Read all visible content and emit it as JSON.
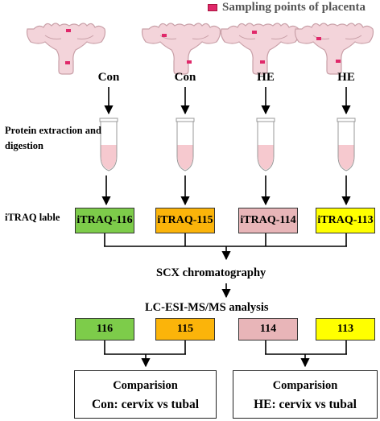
{
  "legend": {
    "label": "Sampling points of placenta",
    "color": "#e0286a"
  },
  "samples": [
    {
      "label": "Con"
    },
    {
      "label": "Con"
    },
    {
      "label": "HE"
    },
    {
      "label": "HE"
    }
  ],
  "protein_label": "Protein extraction and digestion",
  "itraq_label": "iTRAQ lable",
  "itraq_boxes": [
    {
      "label": "iTRAQ-116",
      "color": "#7dcc4a"
    },
    {
      "label": "iTRAQ-115",
      "color": "#fbb40a"
    },
    {
      "label": "iTRAQ-114",
      "color": "#e8b5b8"
    },
    {
      "label": "iTRAQ-113",
      "color": "#ffff00"
    }
  ],
  "scx_label": "SCX chromatography",
  "lc_label": "LC-ESI-MS/MS analysis",
  "result_boxes": [
    {
      "label": "116",
      "color": "#7dcc4a"
    },
    {
      "label": "115",
      "color": "#fbb40a"
    },
    {
      "label": "114",
      "color": "#e8b5b8"
    },
    {
      "label": "113",
      "color": "#ffff00"
    }
  ],
  "comparisons": [
    {
      "title": "Comparision",
      "subtitle": "Con: cervix vs tubal"
    },
    {
      "title": "Comparision",
      "subtitle": "HE: cervix vs tubal"
    }
  ],
  "colors": {
    "placenta_fill": "#f3d4da",
    "placenta_stroke": "#c9a0a8",
    "liquid": "#f6c9cf",
    "tube_stroke": "#999999"
  }
}
